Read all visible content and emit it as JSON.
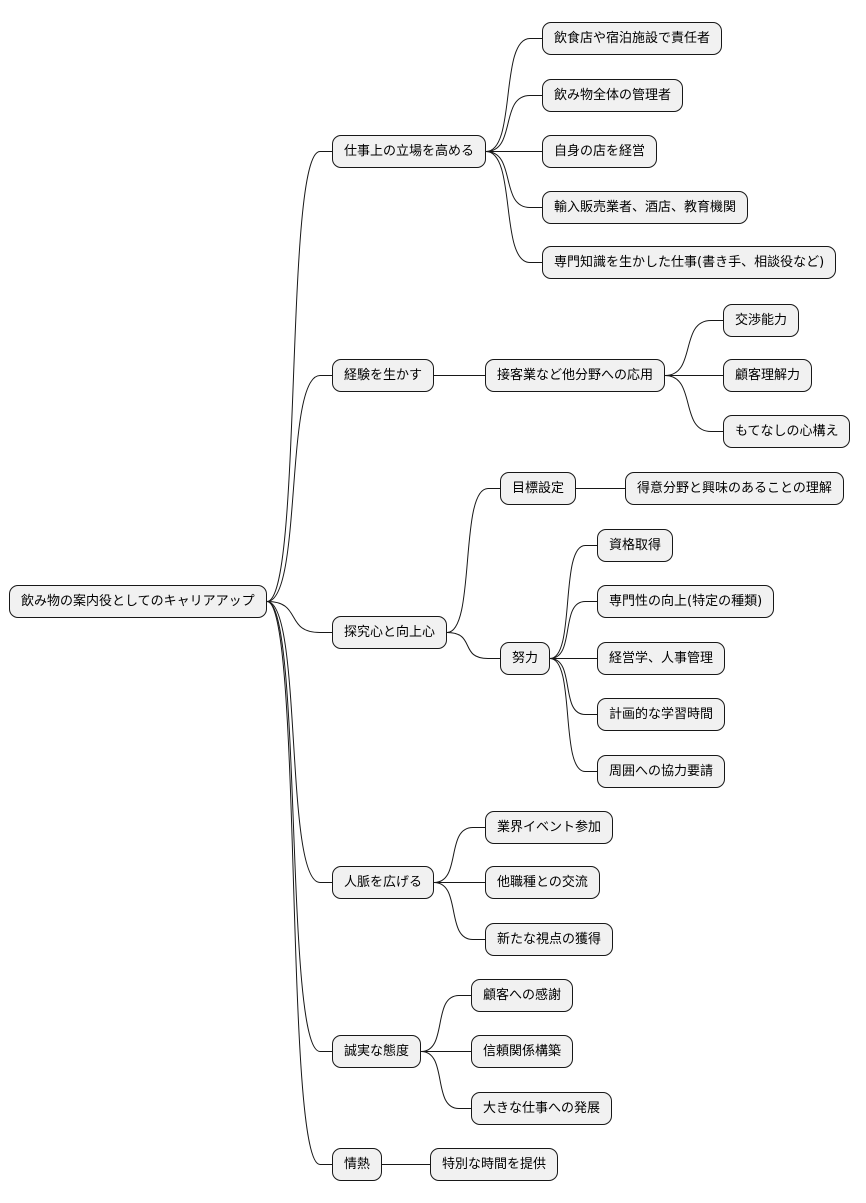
{
  "mindmap": {
    "root": "飲み物の案内役としてのキャリアアップ",
    "branches": [
      {
        "label": "仕事上の立場を高める",
        "children": [
          {
            "label": "飲食店や宿泊施設で責任者"
          },
          {
            "label": "飲み物全体の管理者"
          },
          {
            "label": "自身の店を経営"
          },
          {
            "label": "輸入販売業者、酒店、教育機関"
          },
          {
            "label": "専門知識を生かした仕事(書き手、相談役など)"
          }
        ]
      },
      {
        "label": "経験を生かす",
        "children": [
          {
            "label": "接客業など他分野への応用",
            "children": [
              {
                "label": "交渉能力"
              },
              {
                "label": "顧客理解力"
              },
              {
                "label": "もてなしの心構え"
              }
            ]
          }
        ]
      },
      {
        "label": "探究心と向上心",
        "children": [
          {
            "label": "目標設定",
            "children": [
              {
                "label": "得意分野と興味のあることの理解"
              }
            ]
          },
          {
            "label": "努力",
            "children": [
              {
                "label": "資格取得"
              },
              {
                "label": "専門性の向上(特定の種類)"
              },
              {
                "label": "経営学、人事管理"
              },
              {
                "label": "計画的な学習時間"
              },
              {
                "label": "周囲への協力要請"
              }
            ]
          }
        ]
      },
      {
        "label": "人脈を広げる",
        "children": [
          {
            "label": "業界イベント参加"
          },
          {
            "label": "他職種との交流"
          },
          {
            "label": "新たな視点の獲得"
          }
        ]
      },
      {
        "label": "誠実な態度",
        "children": [
          {
            "label": "顧客への感謝"
          },
          {
            "label": "信頼関係構築"
          },
          {
            "label": "大きな仕事への発展"
          }
        ]
      },
      {
        "label": "情熱",
        "children": [
          {
            "label": "特別な時間を提供"
          }
        ]
      }
    ]
  }
}
